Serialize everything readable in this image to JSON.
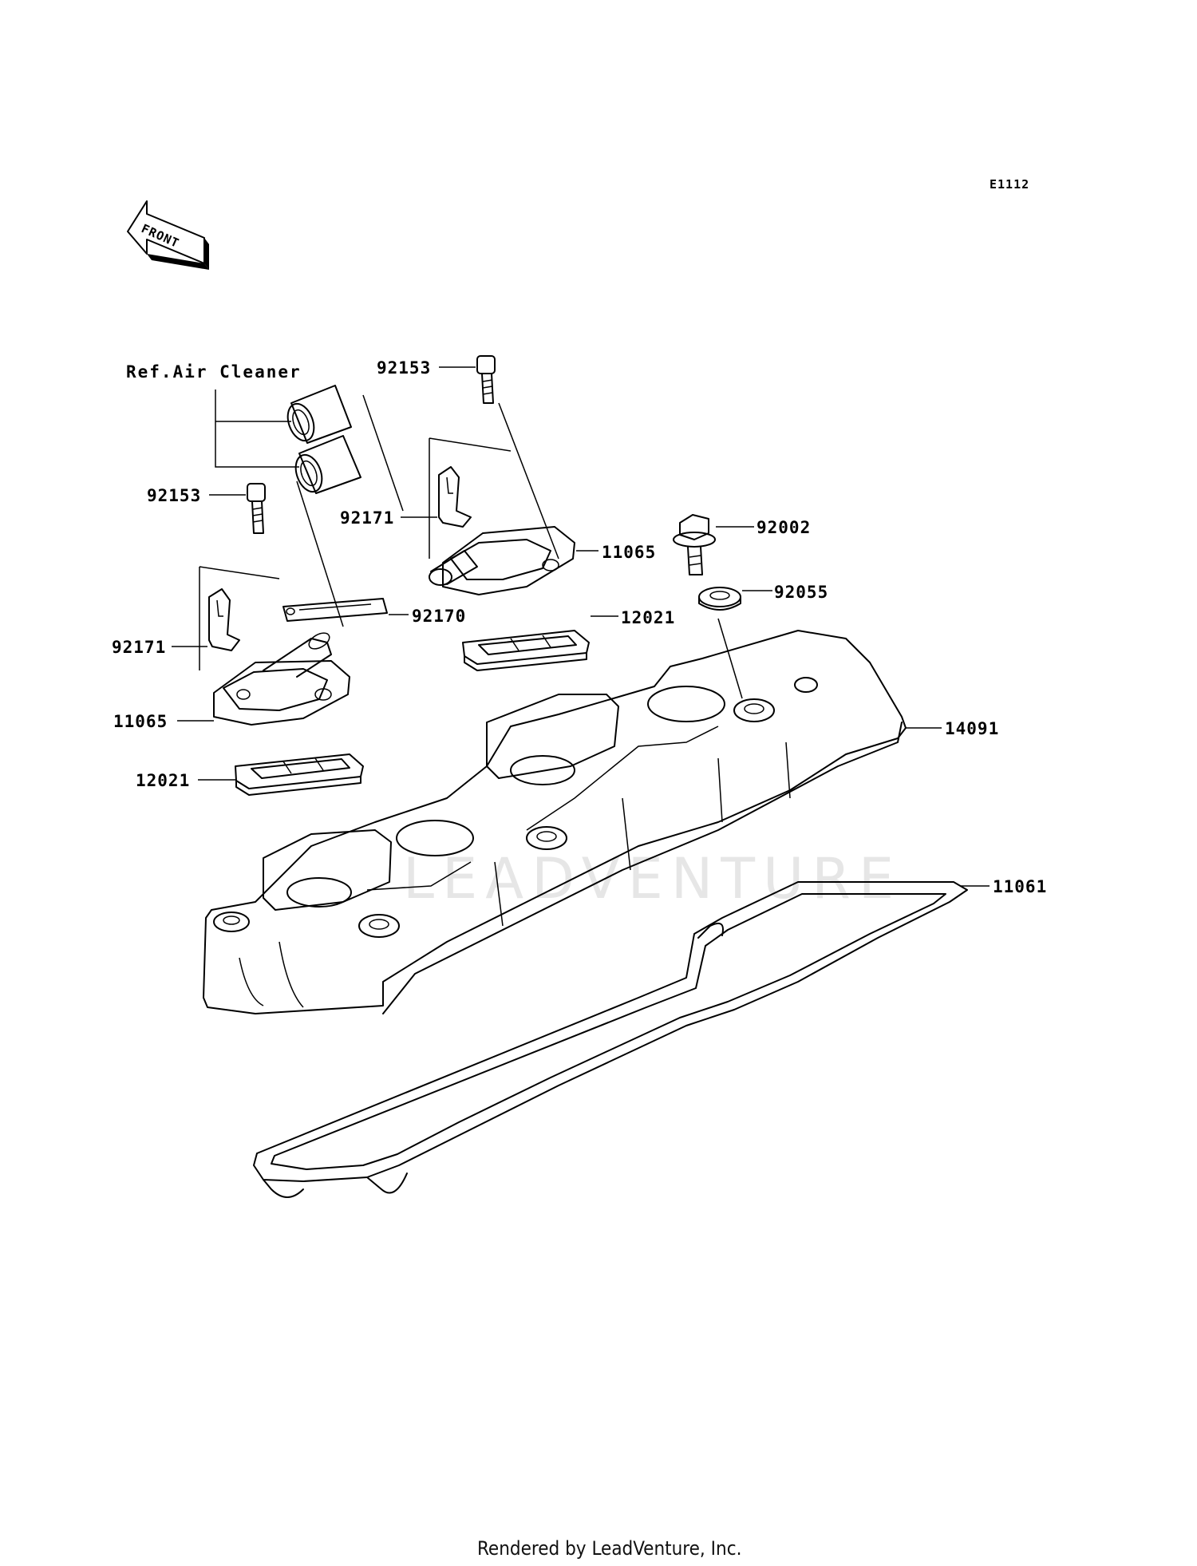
{
  "diagram_code": "E1112",
  "front_label": "FRONT",
  "reference_note": "Ref.Air Cleaner",
  "watermark": "LEADVENTURE",
  "footer": "Rendered by LeadVenture, Inc.",
  "callouts": {
    "bolt_right": "92153",
    "bolt_left": "92153",
    "bracket_right": "92171",
    "bracket_left": "92171",
    "valve_cover_right": "11065",
    "valve_cover_left": "11065",
    "gasket_plate": "92170",
    "reed_valve_right": "12021",
    "reed_valve_left": "12021",
    "flange_bolt": "92002",
    "grommet": "92055",
    "cylinder_head_cover": "14091",
    "cover_gasket": "11061"
  }
}
